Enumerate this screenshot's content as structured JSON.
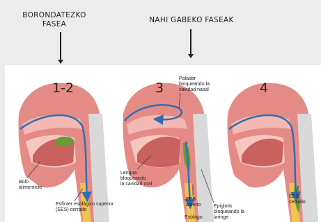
{
  "header": {
    "oral_phase_line1": "BORONDATEZKO",
    "oral_phase_line2": "FASEA",
    "involuntary_phase": "NAHI GABEKO FASEAK"
  },
  "stages": [
    "1-2",
    "3",
    "4"
  ],
  "callouts": {
    "bolus_line1": "Bolo",
    "bolus_line2": "alimenticio",
    "ues_closed_line1": "Esfínter esofágico superior",
    "ues_closed_line2": "(EES) cerrado",
    "palate_line1": "Paladar",
    "palate_line2": "bloqueando la",
    "palate_line3": "cavidad nasal",
    "tongue_line1": "Lengua",
    "tongue_line2": "bloqueando",
    "tongue_line3": "la cavidad oral",
    "ues_open_line1": "EES",
    "ues_open_line2": "abierto",
    "epiglottis_line1": "Epiglotis",
    "epiglottis_line2": "bloqueando la",
    "epiglottis_line3": "laringe",
    "esophagus": "Esófago",
    "ees_closed_line1": "EES",
    "ees_closed_line2": "cerrado"
  },
  "colors": {
    "background": "#ececec",
    "tissue": "#e58b86",
    "tissue_dark": "#c9615c",
    "cavity": "#f3b9b2",
    "bone": "#d9d9d9",
    "bolus": "#6a9a3a",
    "arrow": "#2f6fb5",
    "esophagus": "#f1c34f"
  }
}
